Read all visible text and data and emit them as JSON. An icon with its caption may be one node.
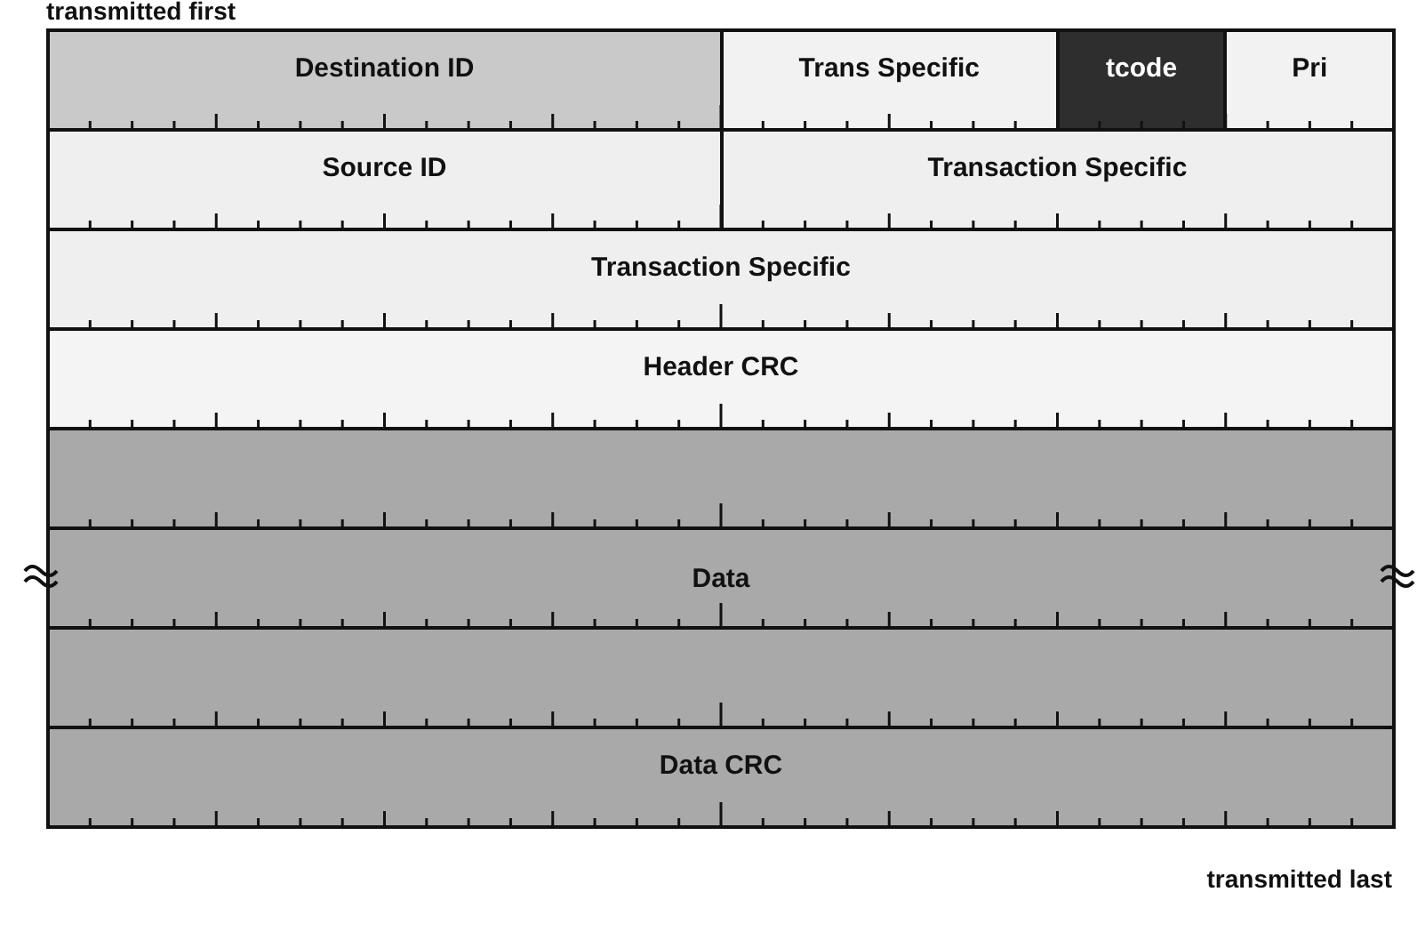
{
  "diagram": {
    "nodes": [
      {
        "text": [
          "Destination ID"
        ]
      },
      {
        "text": [
          "Trans Specific"
        ]
      },
      {
        "text": [
          "tcode"
        ]
      },
      {
        "text": [
          "Pri"
        ]
      },
      {
        "text": [
          "Source ID"
        ]
      },
      {
        "text": [
          "Transaction Specific"
        ]
      },
      {
        "text": [
          "Transaction Specific"
        ]
      },
      {
        "text": [
          "Header CRC"
        ]
      },
      {
        "text": [
          "Data"
        ]
      },
      {
        "text": [
          "Data CRC"
        ]
      }
    ],
    "edges": [],
    "labels": [
      "transmitted first",
      "transmitted last"
    ]
  }
}
